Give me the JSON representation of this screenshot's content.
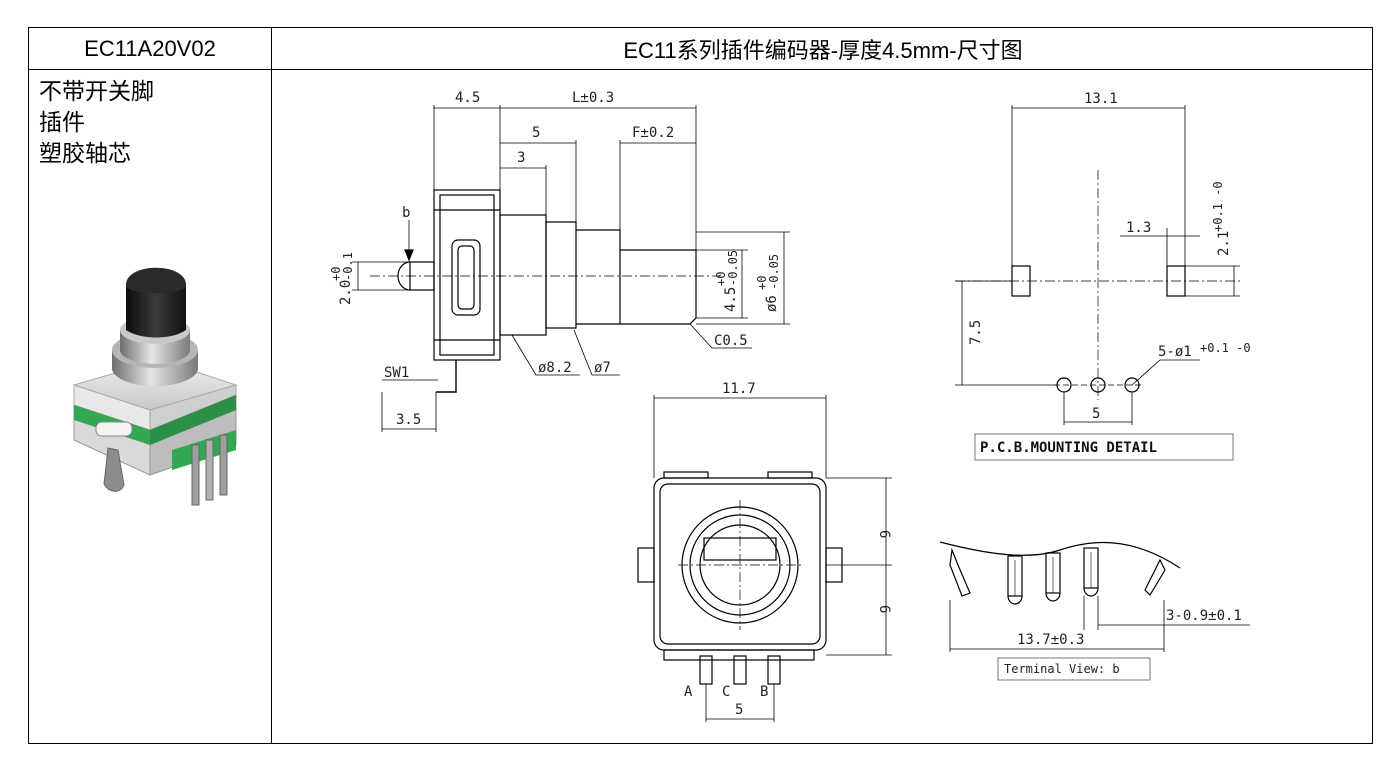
{
  "header": {
    "model": "EC11A20V02",
    "title": "EC11系列插件编码器-厚度4.5mm-尺寸图"
  },
  "features": [
    "不带开关脚",
    "插件",
    "塑胶轴芯"
  ],
  "side_view": {
    "dim_body": "4.5",
    "dim_length": "L±0.3",
    "dim_5": "5",
    "dim_3": "3",
    "dim_flat": "F±0.2",
    "label_b": "b",
    "dim_pin_h": "2.0",
    "dim_pin_tol_up": "+0",
    "dim_pin_tol_dn": "-0.1",
    "dim_flat_d": "4.5",
    "dim_flat_tol_up": "+0",
    "dim_flat_tol_dn": "-0.05",
    "dim_shaft_d": "ø6",
    "dim_shaft_tol_up": "+0",
    "dim_shaft_tol_dn": "-0.05",
    "chamfer": "C0.5",
    "dim_d82": "ø8.2",
    "dim_d7": "ø7",
    "label_sw1": "SW1",
    "dim_sw": "3.5"
  },
  "front_view": {
    "dim_width": "11.7",
    "dim_6a": "6",
    "dim_6b": "6",
    "pin_a": "A",
    "pin_c": "C",
    "pin_b": "B",
    "dim_pitch": "5"
  },
  "pcb_detail": {
    "dim_span": "13.1",
    "dim_slot_w": "1.3",
    "dim_slot_h": "2.1",
    "dim_slot_tol": "+0.1 -0",
    "dim_75": "7.5",
    "dim_holes": "5-ø1",
    "dim_holes_tol": "+0.1 -0",
    "dim_pitch": "5",
    "label": "P.C.B.MOUNTING DETAIL"
  },
  "terminal_view": {
    "dim_pins": "3-0.9±0.1",
    "dim_width": "13.7±0.3",
    "label": "Terminal View: b"
  },
  "colors": {
    "green": "#33a853",
    "knob": "#1c1c1c",
    "ring": "#9a9a9a"
  }
}
